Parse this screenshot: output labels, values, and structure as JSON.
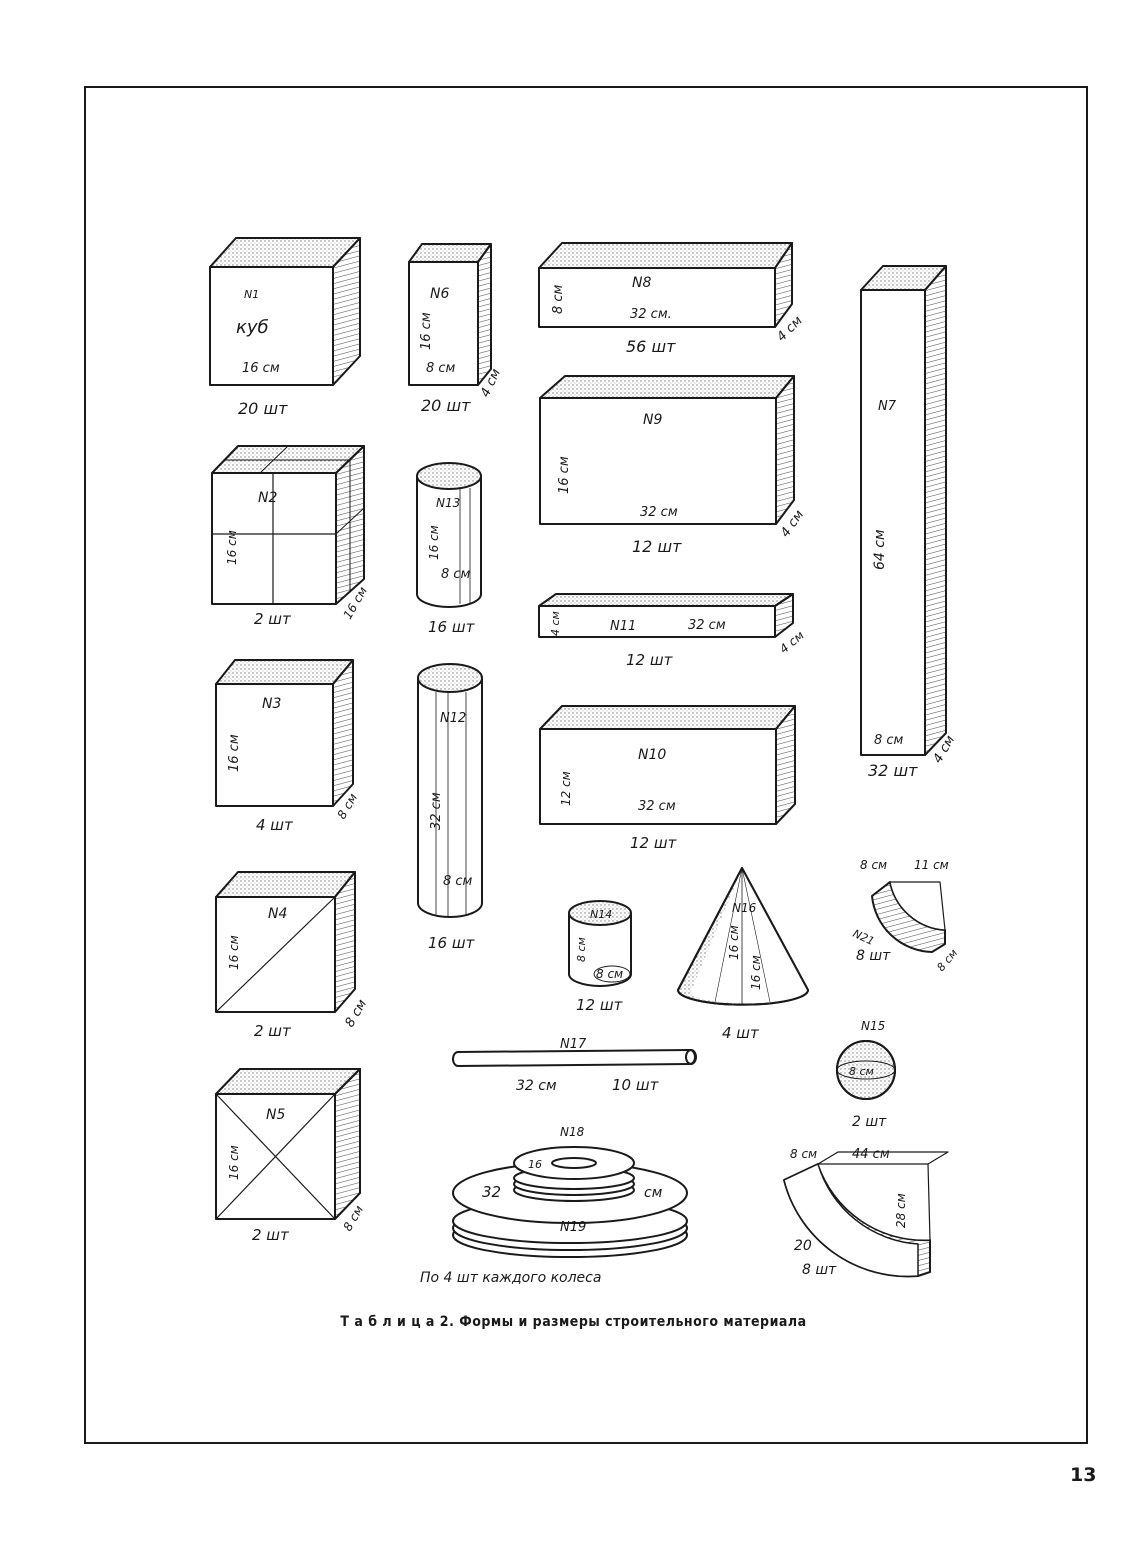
{
  "caption": "Т а б л и ц а  2. Формы и размеры строительного материала",
  "page_number": "13",
  "colors": {
    "ink": "#1a1a1a",
    "paper": "#ffffff",
    "shade": "#d8d8d8"
  },
  "shapes": {
    "s1": {
      "id": "N1",
      "name": "куб",
      "dims": [
        "16 см"
      ],
      "qty": "20 шт"
    },
    "s6": {
      "id": "N6",
      "dims": [
        "16 см",
        "8 см",
        "4 см"
      ],
      "qty": "20 шт"
    },
    "s8": {
      "id": "N8",
      "dims": [
        "8 см",
        "32 см.",
        "4 см"
      ],
      "qty": "56 шт"
    },
    "s7": {
      "id": "N7",
      "dims": [
        "64 см",
        "8 см",
        "4 см"
      ],
      "qty": "32 шт"
    },
    "s2": {
      "id": "N2",
      "dims": [
        "16 см",
        "16 см"
      ],
      "qty": "2 шт"
    },
    "s13": {
      "id": "N13",
      "dims": [
        "16 см",
        "8 см"
      ],
      "qty": "16 шт"
    },
    "s9": {
      "id": "N9",
      "dims": [
        "16 см",
        "32 см",
        "4 см"
      ],
      "qty": "12 шт"
    },
    "s11": {
      "id": "N11",
      "dims": [
        "4 см",
        "32 см",
        "4 см"
      ],
      "qty": "12 шт"
    },
    "s3": {
      "id": "N3",
      "dims": [
        "16 см",
        "8 см"
      ],
      "qty": "4 шт"
    },
    "s12": {
      "id": "N12",
      "dims": [
        "32 см",
        "8 см"
      ],
      "qty": "16 шт"
    },
    "s10": {
      "id": "N10",
      "dims": [
        "12 см",
        "32 см"
      ],
      "qty": "12 шт"
    },
    "s4": {
      "id": "N4",
      "dims": [
        "16 см",
        "8 см"
      ],
      "qty": "2 шт"
    },
    "s14": {
      "id": "N14",
      "dims": [
        "8 см",
        "8 см"
      ],
      "qty": "12 шт"
    },
    "s16": {
      "id": "N16",
      "dims": [
        "16 см",
        "16 см"
      ],
      "qty": "4 шт"
    },
    "s21": {
      "id": "N21",
      "dims": [
        "8 см",
        "11 см",
        "8 см"
      ],
      "qty": "8 шт"
    },
    "s5": {
      "id": "N5",
      "dims": [
        "16 см",
        "8 см"
      ],
      "qty": "2 шт"
    },
    "s17": {
      "id": "N17",
      "dims": [
        "32 см"
      ],
      "qty": "10 шт"
    },
    "s15": {
      "id": "N15",
      "dims": [
        "8 см"
      ],
      "qty": "2 шт"
    },
    "s18": {
      "id": "N18",
      "dims": [
        "16",
        "32",
        "см"
      ]
    },
    "s19": {
      "id": "N19"
    },
    "s18_19_qty": "По 4 шт каждого колеса",
    "s20": {
      "dims": [
        "8 см",
        "44 см",
        "28 см",
        "20"
      ],
      "qty": "8 шт"
    }
  }
}
